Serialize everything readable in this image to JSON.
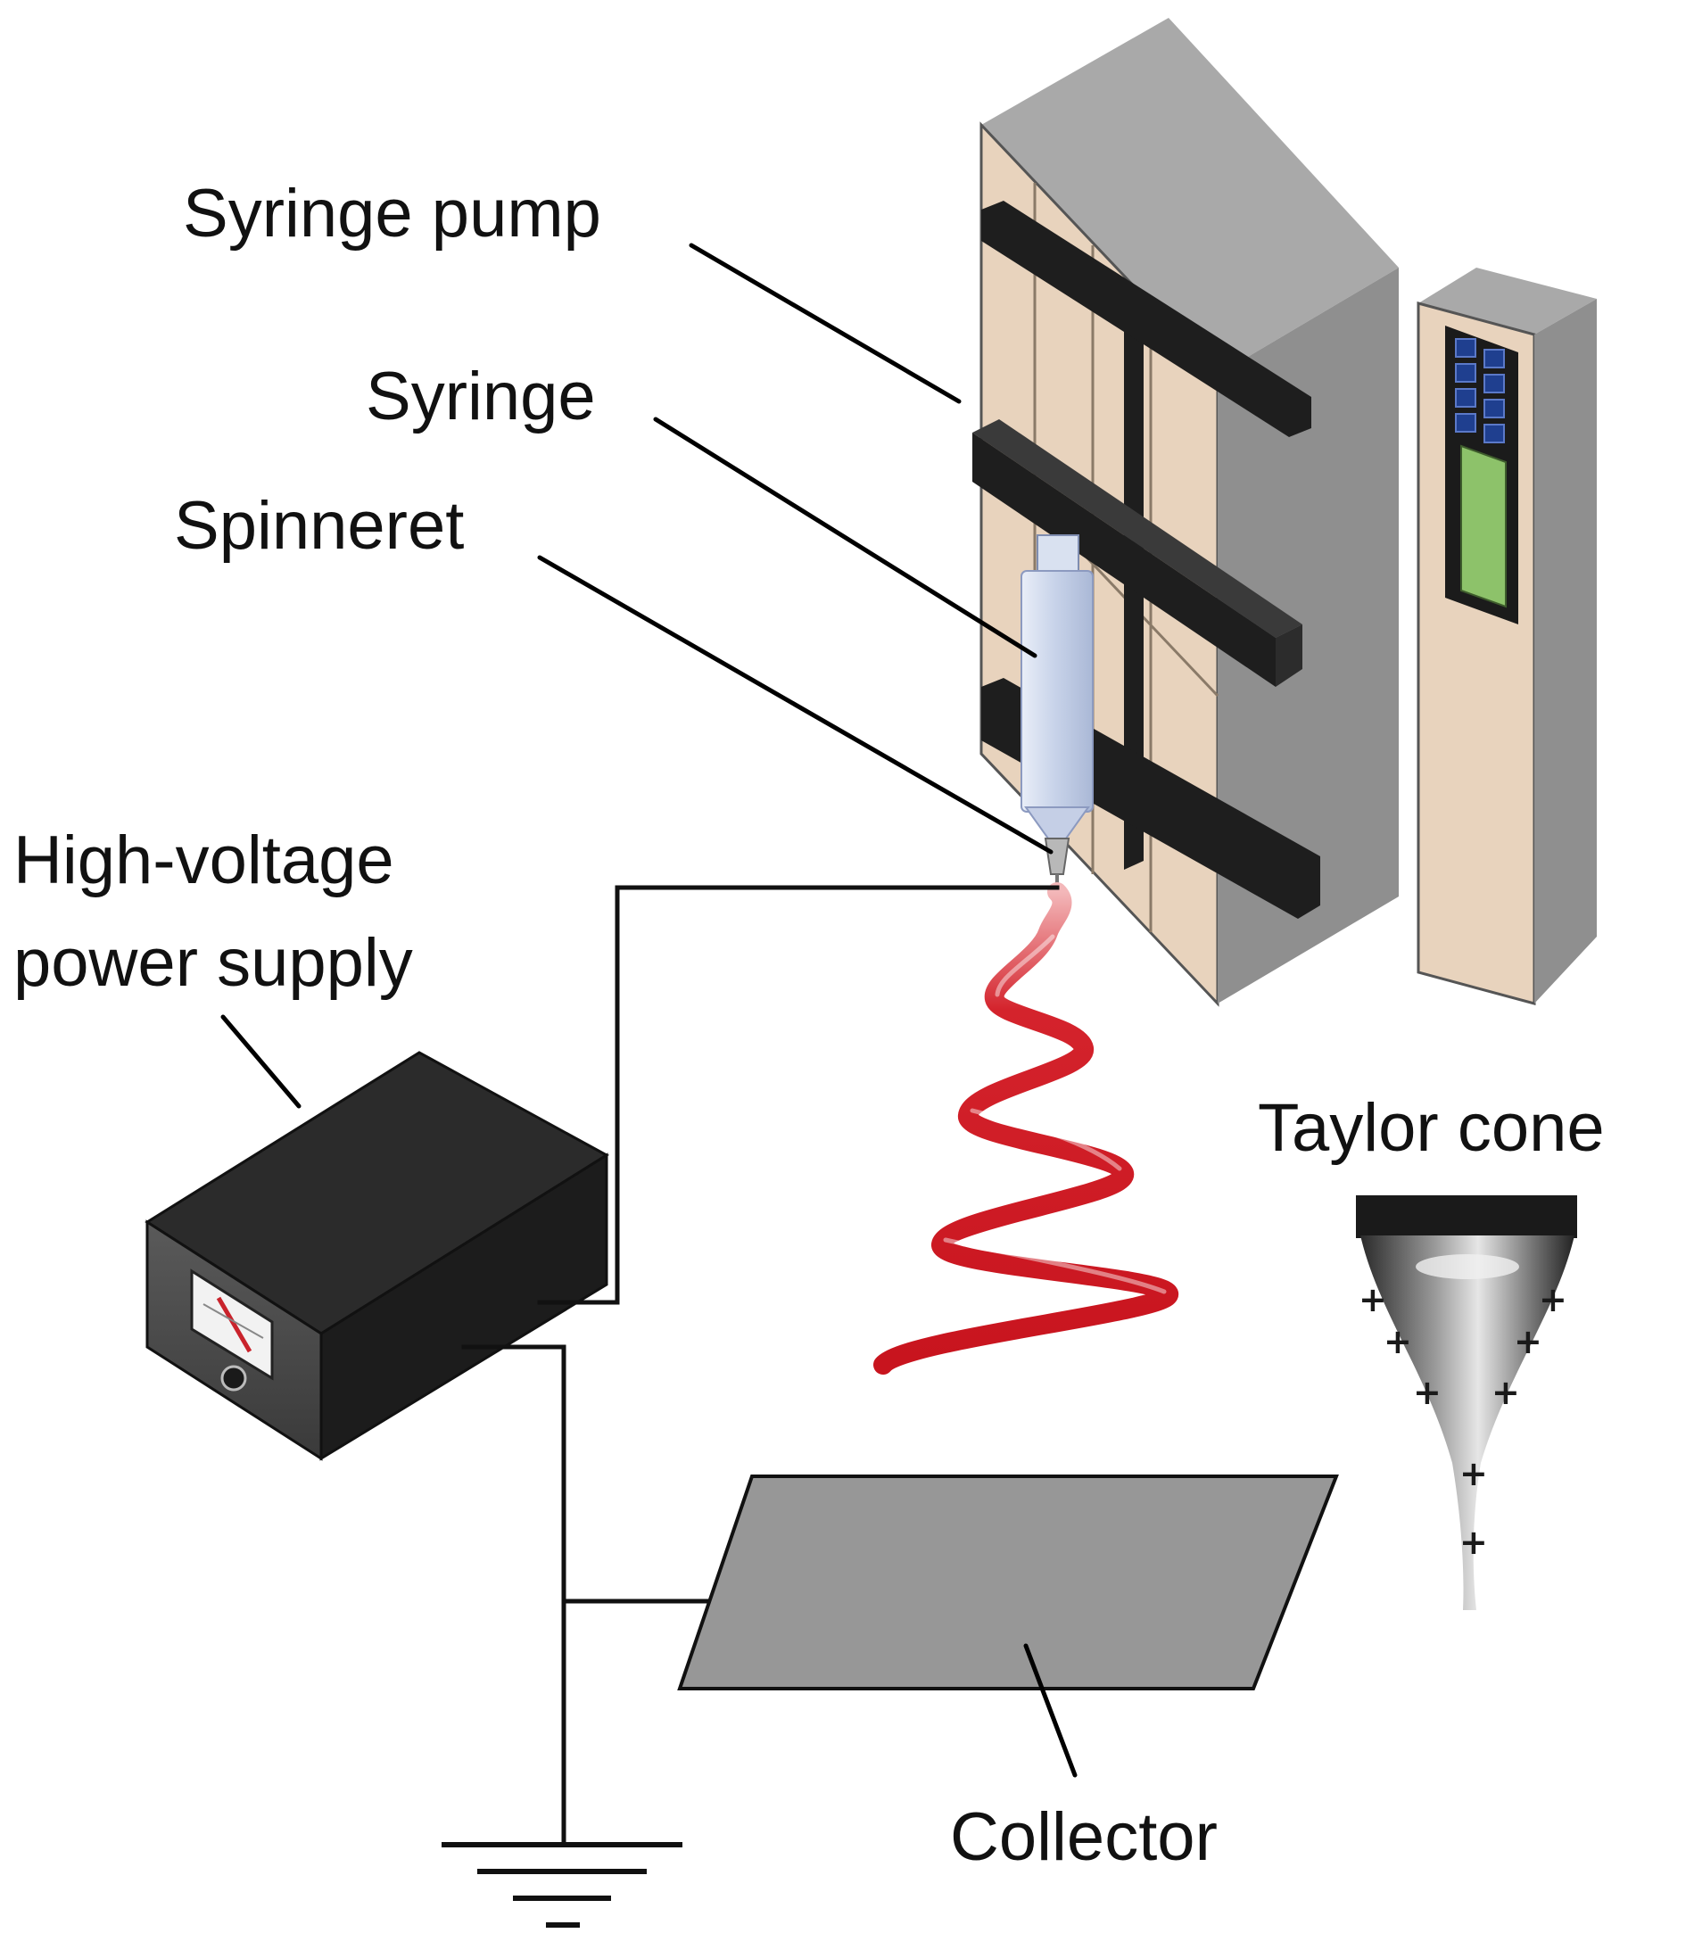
{
  "labels": {
    "syringe_pump": "Syringe pump",
    "syringe": "Syringe",
    "spinneret": "Spinneret",
    "power_supply_line1": "High-voltage",
    "power_supply_line2": "power supply",
    "taylor_cone": "Taylor cone",
    "collector": "Collector"
  },
  "charge_symbol": "+",
  "colors": {
    "pump_top": "#a9a9a9",
    "pump_front": "#e8d3bd",
    "pump_side": "#8f8f8f",
    "rails": "#1e1e1e",
    "syringe_barrel": "#cfd9ec",
    "fiber_jet": "#d4232c",
    "lcd_screen": "#8dc26a",
    "keypad": "#1f3f8f",
    "power_supply_body": "#2b2b2b",
    "collector": "#979797"
  }
}
